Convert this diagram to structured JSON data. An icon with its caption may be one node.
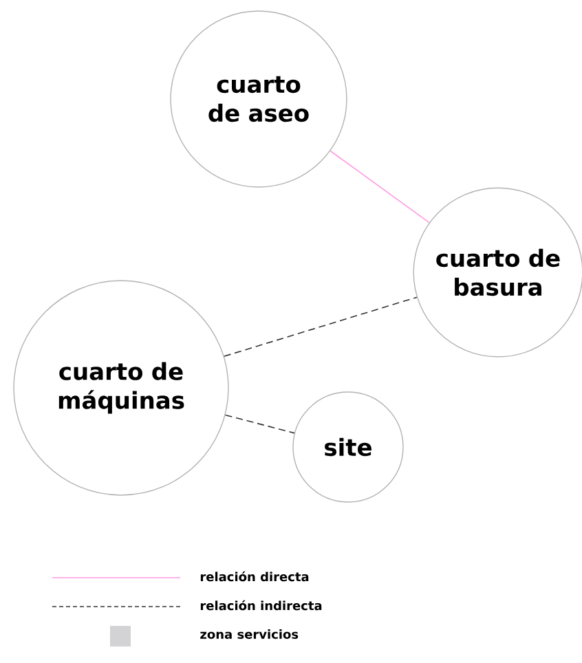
{
  "diagram": {
    "nodes": [
      {
        "text": [
          "cuarto de aseo"
        ]
      },
      {
        "text": [
          "cuarto de basura"
        ]
      },
      {
        "text": [
          "cuarto de máquinas"
        ]
      },
      {
        "text": [
          "site"
        ]
      }
    ],
    "edges": [
      {
        "from": 0,
        "to": 1,
        "arrow": "none",
        "color": "#ff99e0"
      },
      {
        "from": 2,
        "to": 1,
        "arrow": "none",
        "style": "dashed"
      },
      {
        "from": 2,
        "to": 3,
        "arrow": "none",
        "style": "dashed"
      }
    ],
    "legend": [
      {
        "text": "relación directa"
      },
      {
        "text": "relación indirecta"
      },
      {
        "text": "zona servicios",
        "color": "#d3d3d5"
      }
    ]
  }
}
